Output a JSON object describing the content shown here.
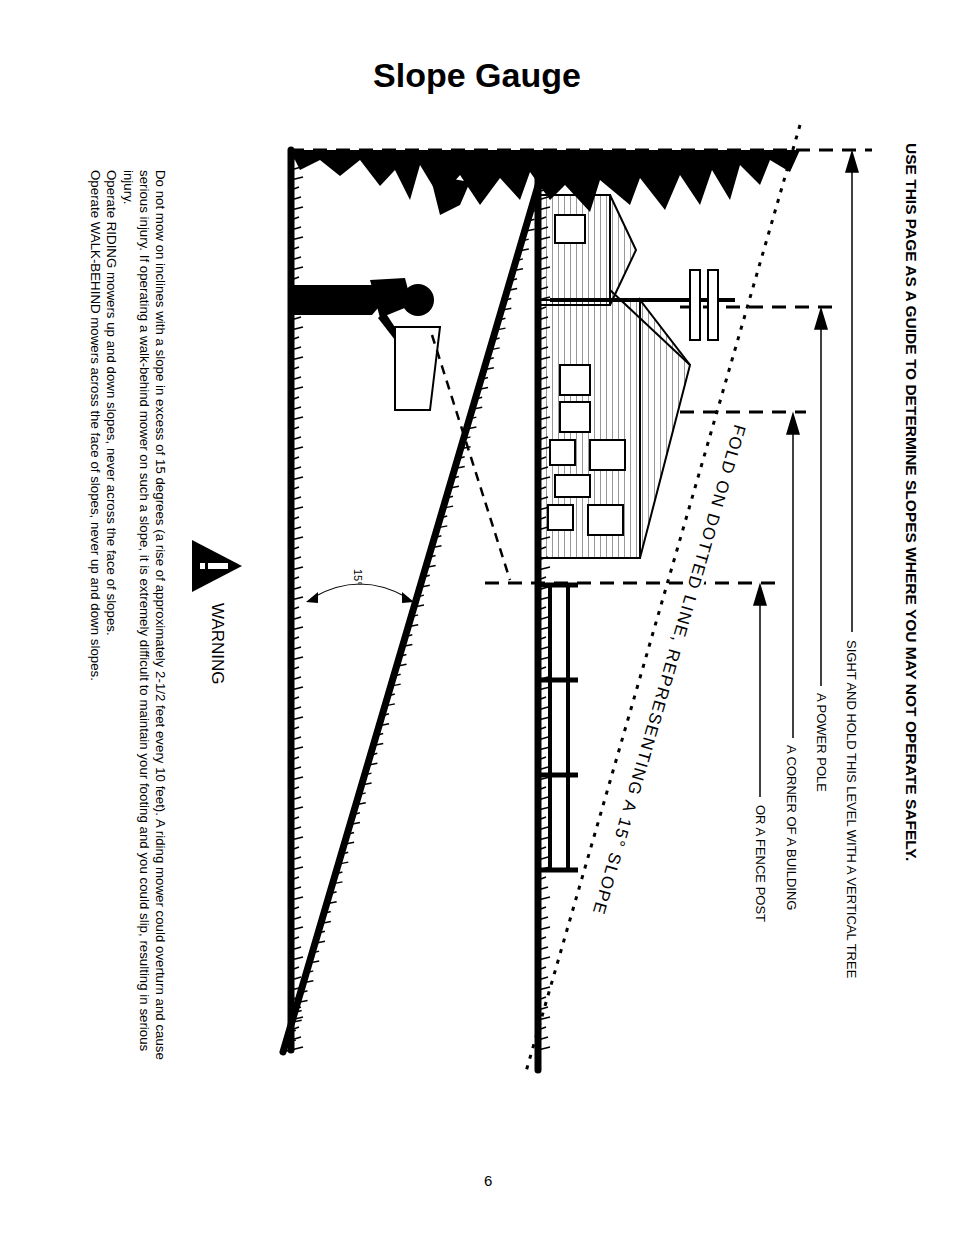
{
  "diagram": {
    "title": "Slope Gauge",
    "labels": [
      "USE THIS PAGE AS A GUIDE TO DETERMINE SLOPES WHERE YOU MAY NOT OPERATE SAFELY.",
      "SIGHT AND HOLD THIS LEVEL WITH A VERTICAL TREE",
      "A POWER POLE",
      "A CORNER OF A BUILDING",
      "OR A FENCE POST",
      "FOLD ON DOTTED LINE, REPRESENTING A 15° SLOPE",
      "15°",
      "WARNING",
      "Do not mow on inclines with a slope in excess of 15 degrees (a rise of approximately 2-1/2 feet every 10 feet). A riding mower could overturn and cause serious injury. If operating a walk-behind mower on such a slope, it is extremely difficult to maintain your footing and you could slip, resulting in serious injury.",
      "Operate RIDING mowers up and down slopes, never across the face of slopes.",
      "Operate WALK-BEHIND mowers across the face of slopes, never up and down slopes.",
      "6"
    ]
  }
}
